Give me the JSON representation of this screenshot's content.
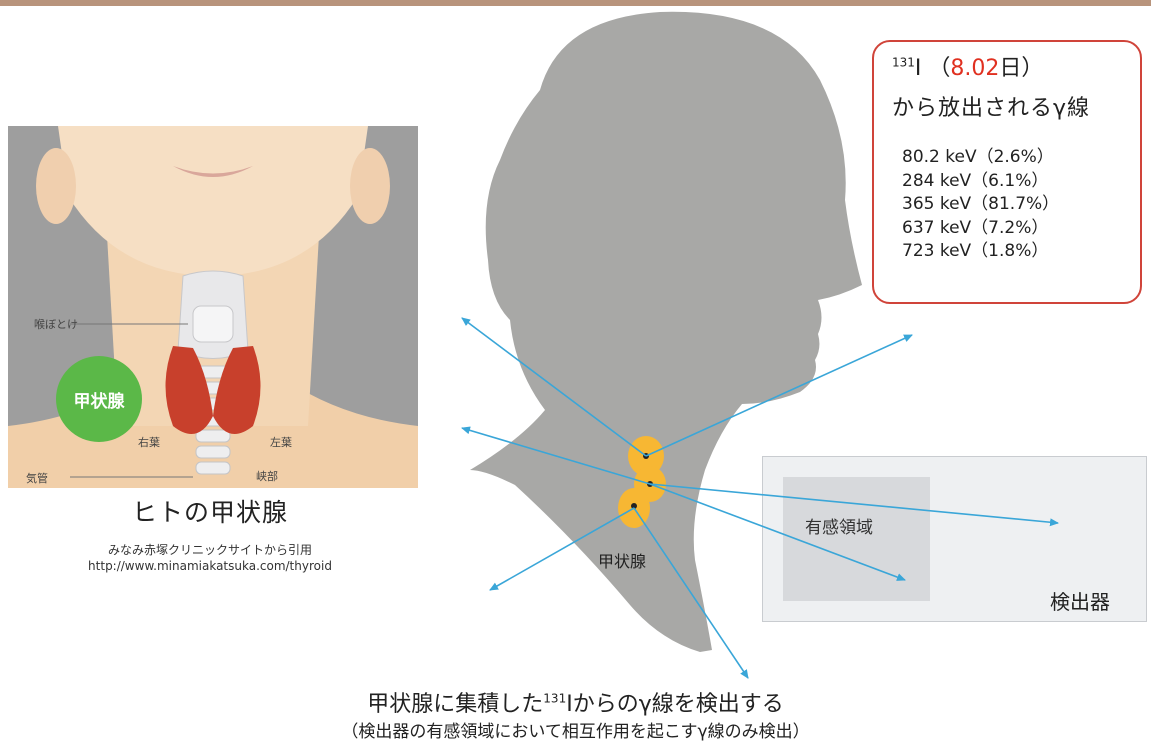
{
  "thyroid_figure": {
    "labels": {
      "adams_apple": "喉ぼとけ",
      "thyroid_badge": "甲状腺",
      "right_lobe": "右葉",
      "left_lobe": "左葉",
      "trachea": "気管",
      "isthmus": "峡部"
    },
    "caption": "ヒトの甲状腺",
    "credit_line1": "みなみ赤塚クリニックサイトから引用",
    "credit_line2": "http://www.minamiakatsuka.com/thyroid"
  },
  "isotope_box": {
    "mass_number": "131",
    "element": "I",
    "paren_open": "（",
    "half_life_value": "8.02",
    "half_life_unit": "日）",
    "subtitle": "から放出されるγ線",
    "emissions": [
      "80.2 keV（2.6%）",
      "284 keV（6.1%）",
      "365 keV（81.7%）",
      "637 keV（7.2%）",
      "723 keV（1.8%）"
    ]
  },
  "head_label": "甲状腺",
  "detector": {
    "sensitive_area_label": "有感領域",
    "detector_label": "検出器"
  },
  "bottom": {
    "line1_before": "甲状腺に集積した",
    "line1_mass": "131",
    "line1_after": "Iからのγ線を検出する",
    "line2": "（検出器の有感領域において相互作用を起こすγ線のみ検出）"
  },
  "colors": {
    "top_bar": "#b8947c",
    "head_silhouette": "#a8a8a6",
    "arrow": "#3aa6d8",
    "thyroid_glow": "#f7b733",
    "box_border": "#d0443a",
    "half_life_highlight": "#e03020"
  }
}
